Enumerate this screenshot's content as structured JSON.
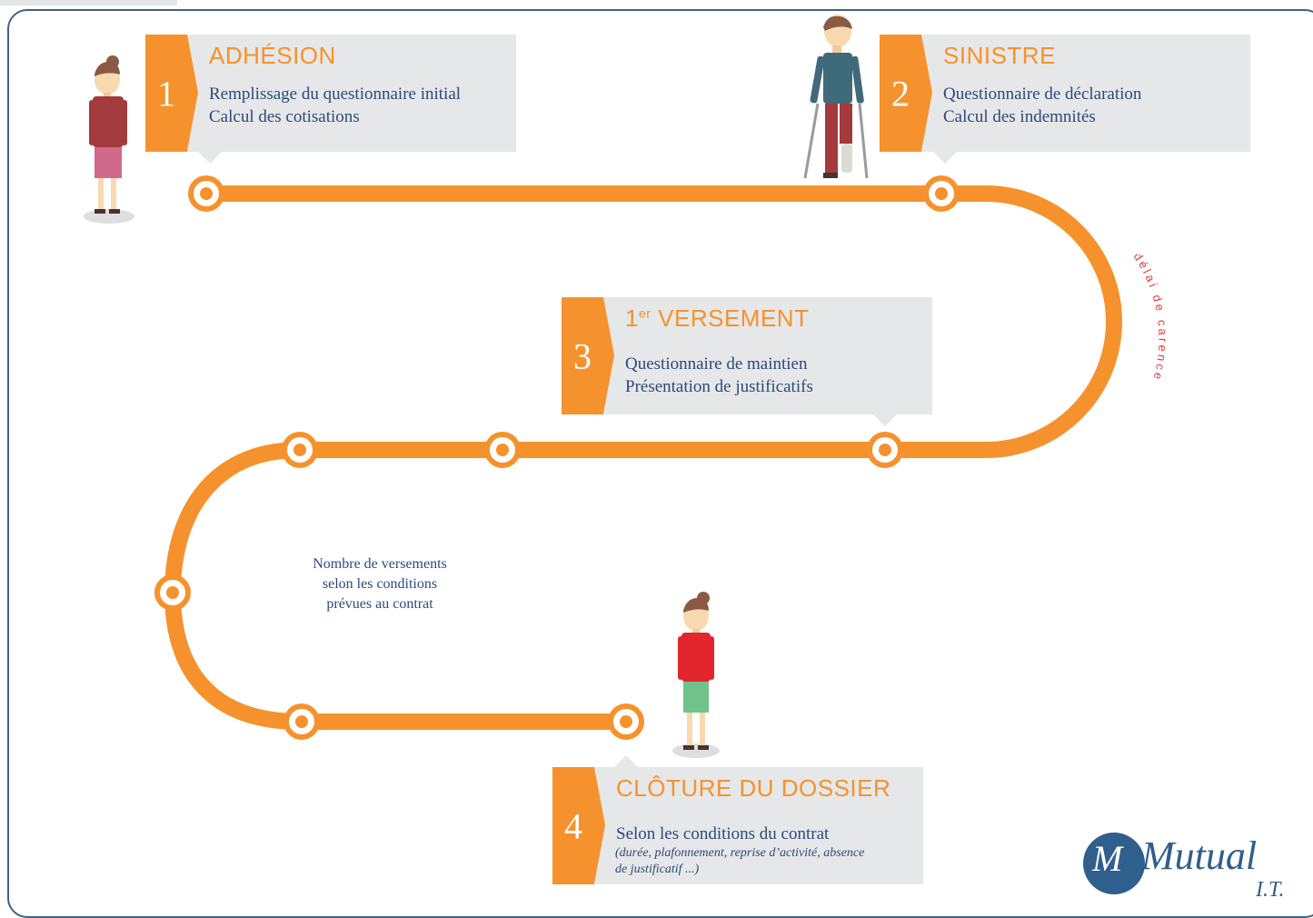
{
  "steps": [
    {
      "number": "1",
      "title": "ADHÉSION",
      "lines": [
        "Remplissage du questionnaire initial",
        "Calcul des cotisations"
      ]
    },
    {
      "number": "2",
      "title": "SINISTRE",
      "lines": [
        "Questionnaire de déclaration",
        "Calcul des indemnités"
      ]
    },
    {
      "number": "3",
      "title_prefix": "1",
      "title_sup": "er",
      "title": "VERSEMENT",
      "lines": [
        "Questionnaire de maintien",
        "Présentation de justificatifs"
      ]
    },
    {
      "number": "4",
      "title": "CLÔTURE DU DOSSIER",
      "lines": [
        "Selon les conditions du contrat"
      ],
      "note": [
        "(durée, plafonnement, reprise d’activité, absence",
        "de justificatif ...)"
      ]
    }
  ],
  "carence_label": "délai de carence",
  "center_note": [
    "Nombre de versements",
    "selon les conditions",
    "prévues au contrat"
  ],
  "logo": {
    "text": "Mutual",
    "suffix": "I.T."
  },
  "colors": {
    "accent": "#f6922d",
    "box": "#e6e7e8",
    "text": "#2c4a7a",
    "frame": "#3d6388",
    "carence": "#e0403a"
  }
}
